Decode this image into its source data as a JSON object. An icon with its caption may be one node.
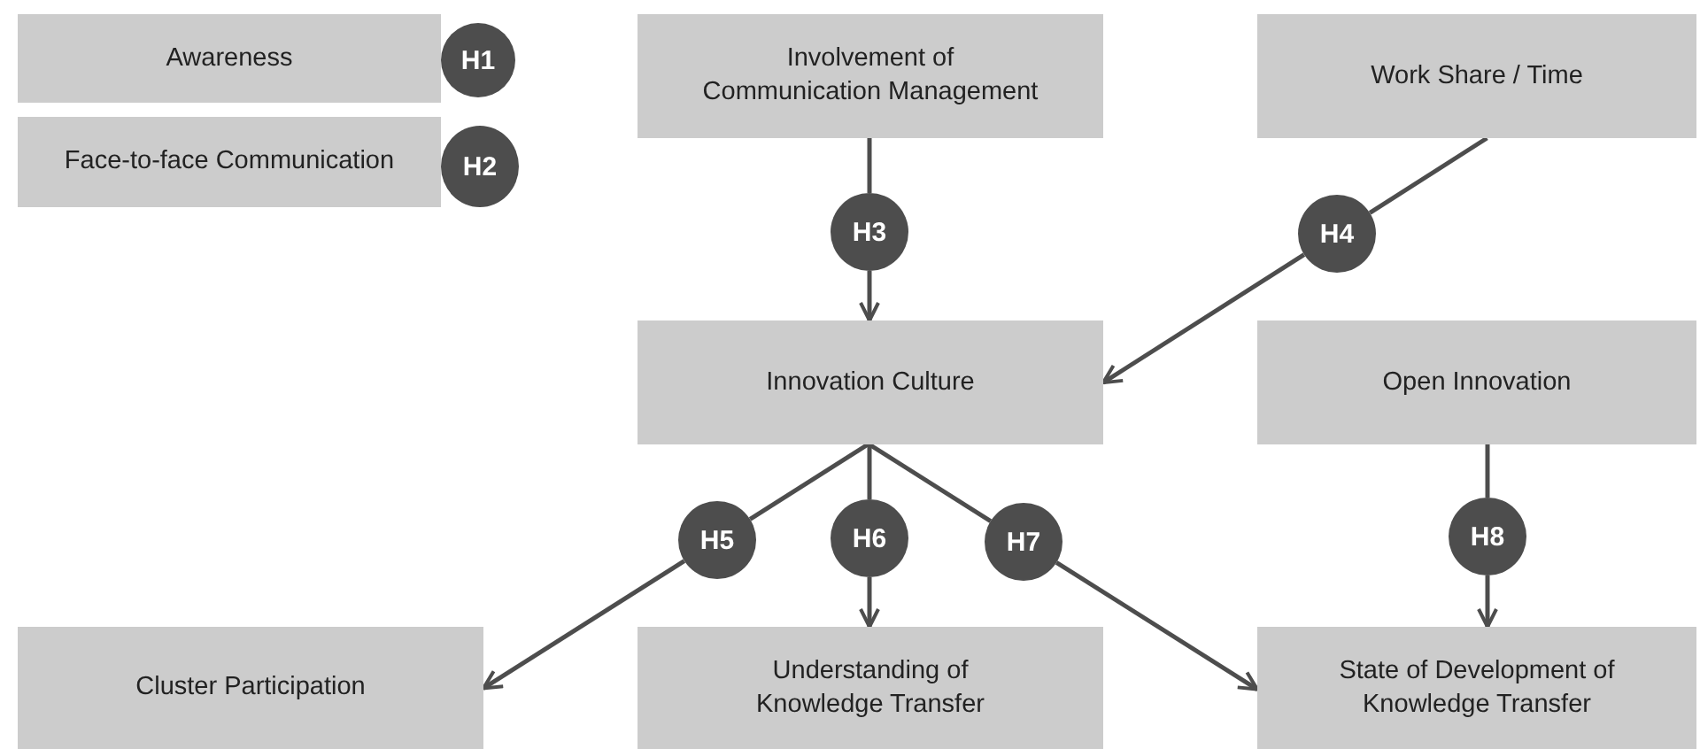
{
  "diagram": {
    "nodes": [
      {
        "text": [
          "Awareness"
        ]
      },
      {
        "text": [
          "H1"
        ]
      },
      {
        "text": [
          "Face-to-face Communication"
        ]
      },
      {
        "text": [
          "H2"
        ]
      },
      {
        "text": [
          "Involvement of Communication Management"
        ]
      },
      {
        "text": [
          "Work Share / Time"
        ]
      },
      {
        "text": [
          "Innovation Culture"
        ]
      },
      {
        "text": [
          "Open Innovation"
        ]
      },
      {
        "text": [
          "Cluster Participation"
        ]
      },
      {
        "text": [
          "Understanding of Knowledge Transfer"
        ]
      },
      {
        "text": [
          "State of Development of Knowledge Transfer"
        ]
      },
      {
        "text": [
          "H3"
        ]
      },
      {
        "text": [
          "H4"
        ]
      },
      {
        "text": [
          "H5"
        ]
      },
      {
        "text": [
          "H6"
        ]
      },
      {
        "text": [
          "H7"
        ]
      },
      {
        "text": [
          "H8"
        ]
      }
    ],
    "edges": [
      {
        "from": 4,
        "to": 11,
        "arrow": "none"
      },
      {
        "from": 11,
        "to": 6,
        "arrow": "to"
      },
      {
        "from": 5,
        "to": 12,
        "arrow": "none"
      },
      {
        "from": 12,
        "to": 6,
        "arrow": "to"
      },
      {
        "from": 6,
        "to": 13,
        "arrow": "none"
      },
      {
        "from": 13,
        "to": 8,
        "arrow": "to"
      },
      {
        "from": 6,
        "to": 14,
        "arrow": "none"
      },
      {
        "from": 14,
        "to": 9,
        "arrow": "to"
      },
      {
        "from": 6,
        "to": 15,
        "arrow": "none"
      },
      {
        "from": 15,
        "to": 10,
        "arrow": "to"
      },
      {
        "from": 7,
        "to": 16,
        "arrow": "none"
      },
      {
        "from": 16,
        "to": 10,
        "arrow": "to"
      }
    ]
  }
}
